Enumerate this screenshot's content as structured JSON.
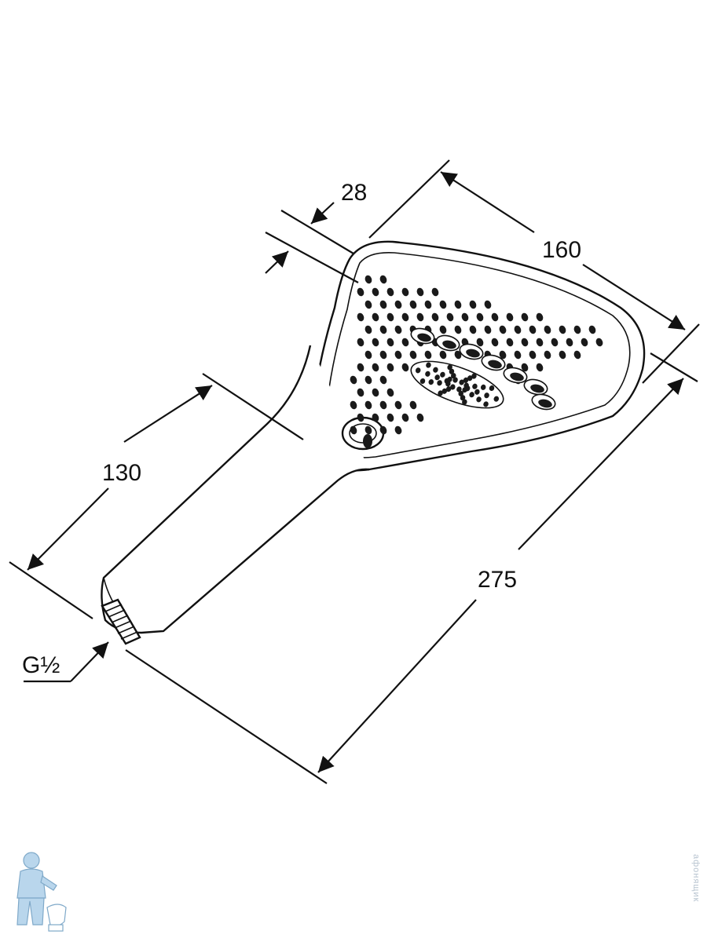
{
  "drawing": {
    "subject": "hand-shower",
    "dimensions": {
      "face_depth": "28",
      "head_width": "160",
      "handle_length": "130",
      "total_length": "275",
      "thread": "G½"
    }
  },
  "watermark": {
    "text": "афонящик",
    "logo": "plumber-with-toilet-logo"
  },
  "colors": {
    "line": "#111111",
    "nozzle": "#1a1a1a",
    "watermark": "#b8c4d0"
  }
}
